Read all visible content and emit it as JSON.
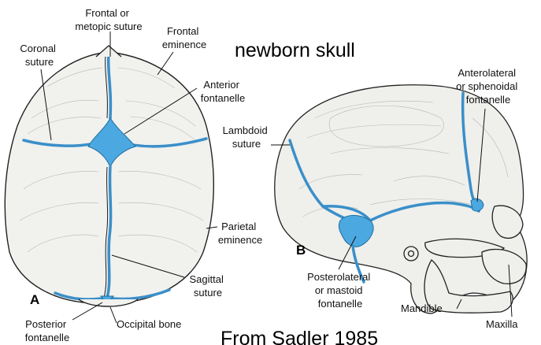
{
  "title": "newborn skull",
  "credit": "From Sadler 1985",
  "panels": {
    "a": "A",
    "b": "B"
  },
  "labels": {
    "frontal_suture": [
      "Frontal or",
      "metopic suture"
    ],
    "frontal_eminence": [
      "Frontal",
      "eminence"
    ],
    "coronal_suture": [
      "Coronal",
      "suture"
    ],
    "anterior_fontanelle": [
      "Anterior",
      "fontanelle"
    ],
    "parietal_eminence": [
      "Parietal",
      "eminence"
    ],
    "sagittal_suture": [
      "Sagittal",
      "suture"
    ],
    "posterior_fontanelle": [
      "Posterior",
      "fontanelle"
    ],
    "occipital_bone": "Occipital bone",
    "lambdoid_suture": [
      "Lambdoid",
      "suture"
    ],
    "anterolateral_fontanelle": [
      "Anterolateral",
      "or sphenoidal",
      "fontanelle"
    ],
    "posterolateral_fontanelle": [
      "Posterolateral",
      "or mastoid",
      "fontanelle"
    ],
    "mandible": "Mandible",
    "maxilla": "Maxilla"
  },
  "colors": {
    "fontanelle": "#4ca8e0",
    "bone": "#f1f1ee",
    "outline": "#222222"
  }
}
